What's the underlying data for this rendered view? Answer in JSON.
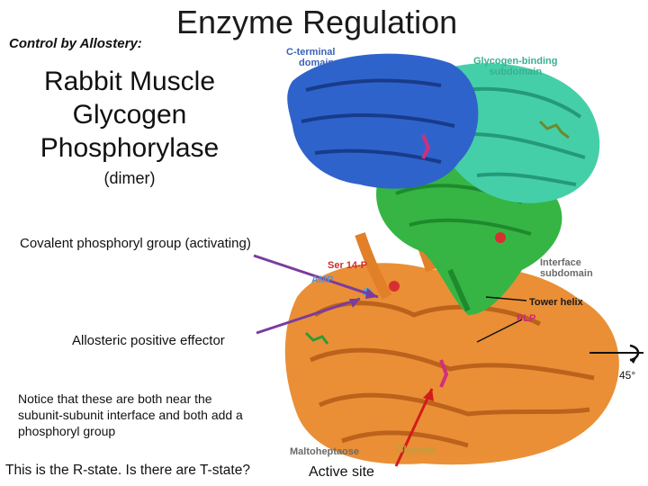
{
  "slide": {
    "title": "Enzyme Regulation",
    "subtitle": "Control by Allostery:",
    "protein_name": [
      "Rabbit Muscle",
      "Glycogen",
      "Phosphorylase"
    ],
    "oligomer": "(dimer)",
    "annotation_1": "Covalent phosphoryl group (activating)",
    "annotation_2": "Allosteric positive effector",
    "notice": "Notice that these are both near the subunit-subunit interface and both add a phosphoryl group",
    "bottom_note": "This is the R-state.  Is there are T-state?",
    "active_site_label": "Active site",
    "rotation_label": "45°"
  },
  "structure_labels": {
    "c_terminal": [
      "C-terminal",
      "domain"
    ],
    "glycogen_binding": [
      "Glycogen-binding",
      "subdomain"
    ],
    "ser14p": "Ser 14-P",
    "amp": "AMP",
    "interface": [
      "Interface",
      "subdomain"
    ],
    "tower_helix": "Tower helix",
    "plp": "PLP",
    "maltoheptaose": "Maltoheptaose",
    "glucose": "Glucose"
  },
  "colors": {
    "c_terminal_domain": "#2a5cc6",
    "glycogen_binding_subdomain": "#3cc8a0",
    "interface_subdomain": "#2fae3a",
    "n_terminal_domain": "#e07a1e",
    "arrow_purple": "#7a3c9e",
    "arrow_red": "#d21c1c"
  }
}
